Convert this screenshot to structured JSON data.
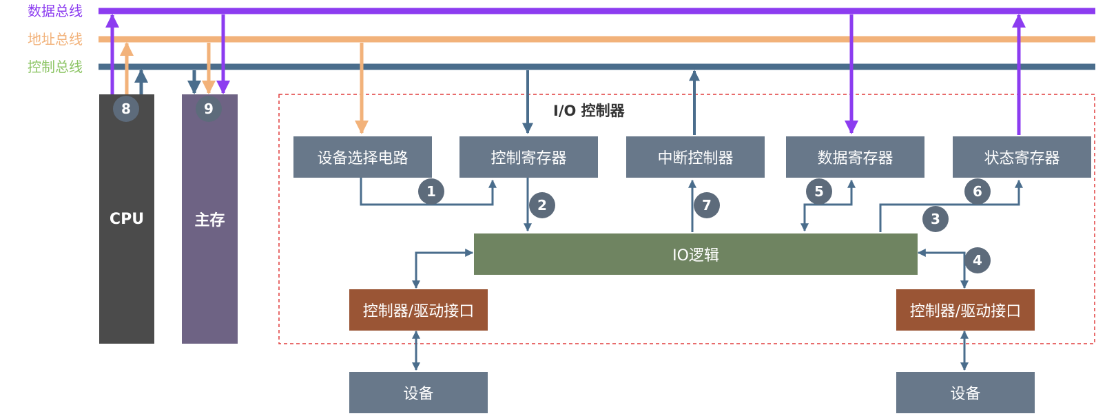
{
  "colors": {
    "data_bus": "#8c3cf0",
    "address_bus": "#f2b27a",
    "control_bus": "#4a6d8c",
    "cpu": "#4b4b4b",
    "memory": "#6e6384",
    "module": "#68788a",
    "io_logic": "#6f8461",
    "interface": "#9a5535",
    "badge": "#5d6b7b",
    "dashed_border": "#e03c3c"
  },
  "buses": {
    "data_label": "数据总线",
    "address_label": "地址总线",
    "control_label": "控制总线"
  },
  "cpu_label": "CPU",
  "memory_label": "主存",
  "io_controller": {
    "title": "I/O 控制器",
    "device_select": "设备选择电路",
    "control_register": "控制寄存器",
    "interrupt_controller": "中断控制器",
    "data_register": "数据寄存器",
    "status_register": "状态寄存器",
    "io_logic": "IO逻辑",
    "interface_left": "控制器/驱动接口",
    "interface_right": "控制器/驱动接口"
  },
  "device_left": "设备",
  "device_right": "设备",
  "steps": [
    "1",
    "2",
    "3",
    "4",
    "5",
    "6",
    "7",
    "8",
    "9"
  ]
}
